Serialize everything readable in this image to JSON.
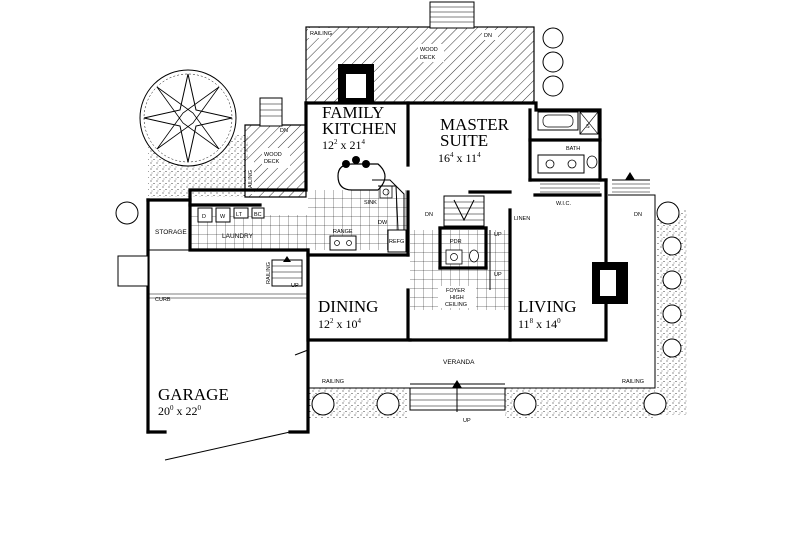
{
  "rooms": {
    "family_kitchen": {
      "line1": "FAMILY",
      "line2": "KITCHEN",
      "w": "12",
      "w_in": "2",
      "sep": "x",
      "h": "21",
      "h_in": "4"
    },
    "master_suite": {
      "line1": "MASTER",
      "line2": "SUITE",
      "w": "16",
      "w_in": "4",
      "sep": "x",
      "h": "11",
      "h_in": "4"
    },
    "dining": {
      "name": "DINING",
      "w": "12",
      "w_in": "2",
      "sep": "x",
      "h": "10",
      "h_in": "4"
    },
    "living": {
      "name": "LIVING",
      "w": "11",
      "w_in": "8",
      "sep": "x",
      "h": "14",
      "h_in": "0"
    },
    "garage": {
      "name": "GARAGE",
      "w": "20",
      "w_in": "0",
      "sep": "x",
      "h": "22",
      "h_in": "0"
    }
  },
  "labels": {
    "railing": "RAILING",
    "dn": "DN",
    "up": "UP",
    "wood_deck_line1": "WOOD",
    "wood_deck_line2": "DECK",
    "bath": "BATH",
    "wic": "W.I.C.",
    "linen": "LINEN",
    "sink": "SINK",
    "dw": "DW",
    "range": "RANGE",
    "refg": "REFG",
    "pdr": "PDR",
    "foyer": "FOYER",
    "high_ceiling_line1": "HIGH",
    "high_ceiling_line2": "CEILING",
    "storage": "STORAGE",
    "laundry": "LAUNDRY",
    "curb": "CURB",
    "veranda": "VERANDA",
    "washer": "W",
    "dryer": "D",
    "lt": "LT",
    "bc": "BC",
    "shower": "S"
  }
}
